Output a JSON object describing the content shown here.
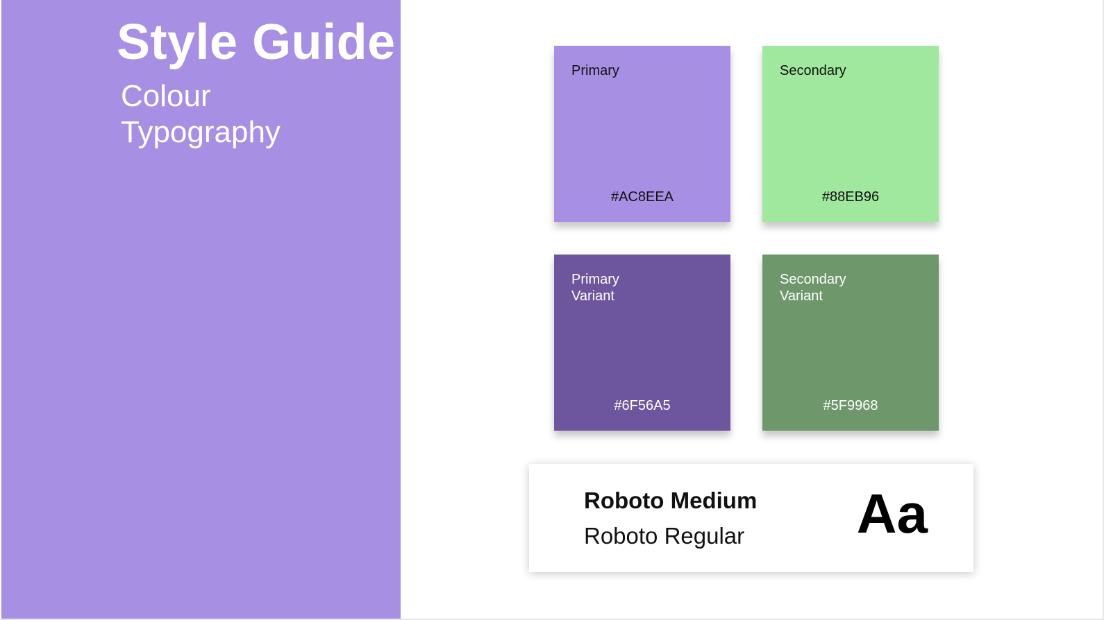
{
  "sidebar": {
    "title": "Style Guide",
    "nav": [
      {
        "label": "Colour"
      },
      {
        "label": "Typography"
      }
    ],
    "background_color": "#A78FE3"
  },
  "colours": [
    {
      "name": "Primary",
      "hex": "#AC8EEA",
      "fill": "#A78FE3"
    },
    {
      "name": "Secondary",
      "hex": "#88EB96",
      "fill": "#A0E89E"
    },
    {
      "name": "Primary\nVariant",
      "hex": "#6F56A5",
      "fill": "#6D569D"
    },
    {
      "name": "Secondary\nVariant",
      "hex": "#5F9968",
      "fill": "#6E976C"
    }
  ],
  "typography": {
    "medium_label": "Roboto Medium",
    "regular_label": "Roboto Regular",
    "sample": "Aa"
  }
}
